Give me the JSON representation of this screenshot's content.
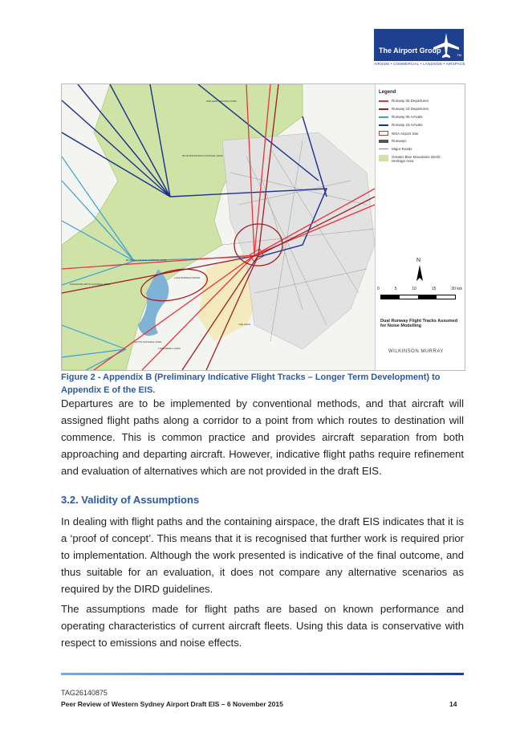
{
  "header": {
    "logo_name": "The Airport Group",
    "logo_tagline": "AIRSIDE • COMMERCIAL • LANDSIDE • AIRSPACE",
    "logo_mark": "TM"
  },
  "map": {
    "legend_title": "Legend",
    "legend_items": [
      {
        "label": "Runway 05 Departures",
        "color": "#e8353b"
      },
      {
        "label": "Runway 23 Departures",
        "color": "#a01d22"
      },
      {
        "label": "Runway 05 Arrivals",
        "color": "#3aa0d6"
      },
      {
        "label": "Runway 23 Arrivals",
        "color": "#1a2f8f"
      },
      {
        "label": "WSA Airport Site",
        "color": "#c0392b"
      },
      {
        "label": "Runways",
        "color": "#555555"
      },
      {
        "label": "Major Roads",
        "color": "#888888"
      },
      {
        "label": "Greater Blue Mountains World Heritage Area",
        "color": "#cfe3a6"
      }
    ],
    "scale_labels": [
      "0",
      "5",
      "10",
      "15",
      "20 km"
    ],
    "north_label": "N",
    "caption": "Dual Runway Flight Tracks Assumed for Noise Modelling",
    "consultant": "WILKINSON MURRAY",
    "place_labels": [
      "WOLLEMI NATIONAL PARK",
      "BLUE MOUNTAINS NATIONAL PARK",
      "BLUE MOUNTAINS NATIONAL PARK",
      "KANANGRA-BOYD NATIONAL PARK",
      "LAKE BURRAGORANG",
      "NATTAI NATIONAL PARK",
      "THIRLMERE LAKES",
      "THE OAKS"
    ]
  },
  "figure_caption": "Figure 2 - Appendix B (Preliminary Indicative Flight Tracks – Longer Term Development) to Appendix E of the EIS.",
  "paragraph1": "Departures are to be implemented by conventional methods, and that aircraft will assigned flight paths along a corridor to a point from which routes to destination will commence. This is common practice and provides aircraft separation from both approaching and departing aircraft. However, indicative flight paths require refinement and evaluation of alternatives which are not provided in the draft EIS.",
  "section_heading": "3.2. Validity of Assumptions",
  "paragraph2": "In dealing with flight paths and the containing airspace, the draft EIS indicates that it is a ‘proof of concept’. This means that it is recognised that further work is required prior to implementation. Although the work presented is indicative of the final outcome, and thus suitable for an evaluation, it does not compare any alternative scenarios as required by the DIRD guidelines.",
  "paragraph3": "The assumptions made for flight paths are based on known performance and operating characteristics of current aircraft fleets. Using this data is conservative with respect to emissions and noise effects.",
  "footer": {
    "doc_id": "TAG26140875",
    "title": "Peer Review of Western Sydney Airport Draft EIS – 6 November 2015",
    "page": "14"
  }
}
